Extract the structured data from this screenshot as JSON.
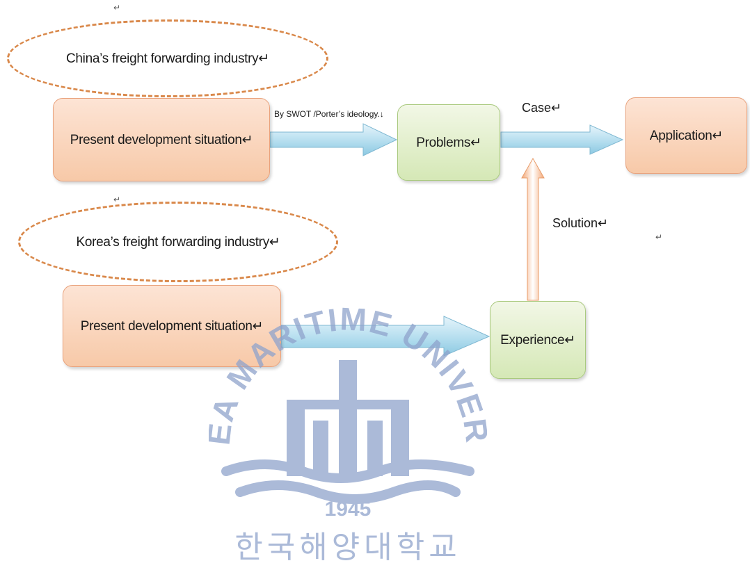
{
  "ellipses": {
    "china": "China’s freight forwarding industry↵",
    "korea": "Korea’s freight forwarding industry↵"
  },
  "boxes": {
    "china_situation": "Present development situation↵",
    "korea_situation": "Present development situation↵",
    "problems": "Problems↵",
    "application": "Application↵",
    "experience": "Experience↵"
  },
  "arrow_labels": {
    "swot": "By SWOT /Porter’s ideology.↓",
    "case": "Case↵",
    "solution": "Solution↵"
  },
  "marks": {
    "mark_top": "↵",
    "mark_mid": "↵",
    "mark_right": "↵"
  },
  "watermark": {
    "arc_text": "KOREA MARITIME UNIVERSITY",
    "year": "1945",
    "korean": "한국해양대학교"
  },
  "colors": {
    "orange_fill": "#f7c9a8",
    "green_fill": "#d5e8b6",
    "ellipse_dash": "#d9884a",
    "arrow_blue": "#a9d6ea",
    "arrow_up": "#f4a978",
    "watermark": "#8fa3cc"
  }
}
